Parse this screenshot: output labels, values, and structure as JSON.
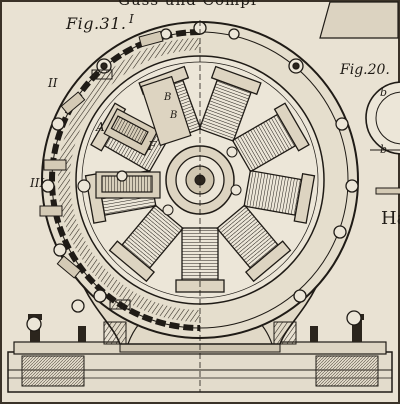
{
  "figure_31": {
    "label": "Fig.31.",
    "roman_labels": [
      "I",
      "II",
      "III"
    ],
    "part_labels": [
      "A",
      "F",
      "B",
      "B"
    ]
  },
  "figure_20": {
    "label": "Fig.20.",
    "part_labels": [
      "b",
      "b"
    ]
  },
  "header_text": "Guss und Compr",
  "right_text": "Ha",
  "colors": {
    "paper": "#e9e2d3",
    "ink": "#1f1b16"
  }
}
